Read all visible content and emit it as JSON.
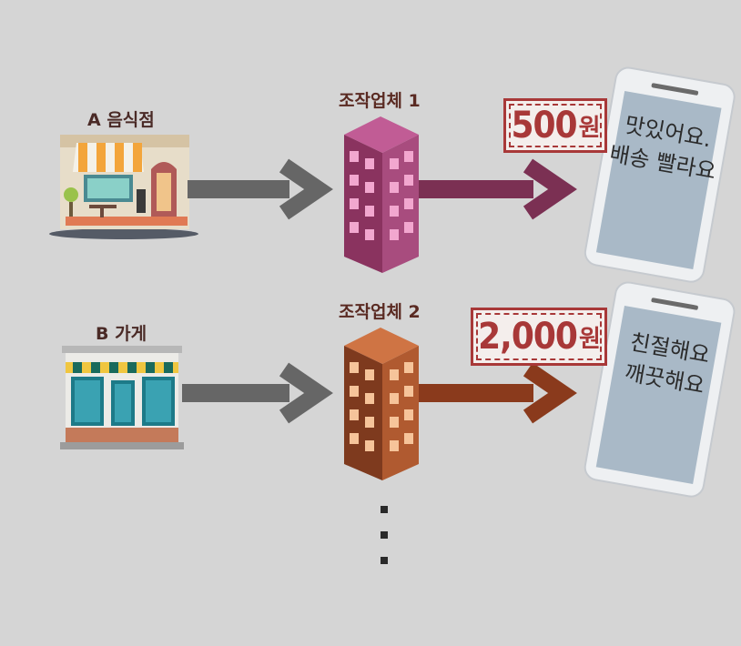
{
  "rows": [
    {
      "store_name": "A 음식점",
      "company_name": "조작업체 1",
      "price_amount": "500",
      "price_unit": "원",
      "review_lines": [
        "맛있어요.",
        "배송 빨라요"
      ],
      "accent_color": "#7b3053",
      "building_color": "#a84c7e",
      "window_color": "#f2a7cf"
    },
    {
      "store_name": "B 가게",
      "company_name": "조작업체 2",
      "price_amount": "2,000",
      "price_unit": "원",
      "review_lines": [
        "친절해요",
        "깨끗해요"
      ],
      "accent_color": "#8a3a1c",
      "building_color": "#b05a30",
      "window_color": "#f6c49a"
    }
  ],
  "continuation": "more-companies-ellipsis",
  "colors": {
    "background": "#d5d5d5",
    "arrow_gray": "#666666",
    "price_tag_red": "#a83838"
  }
}
